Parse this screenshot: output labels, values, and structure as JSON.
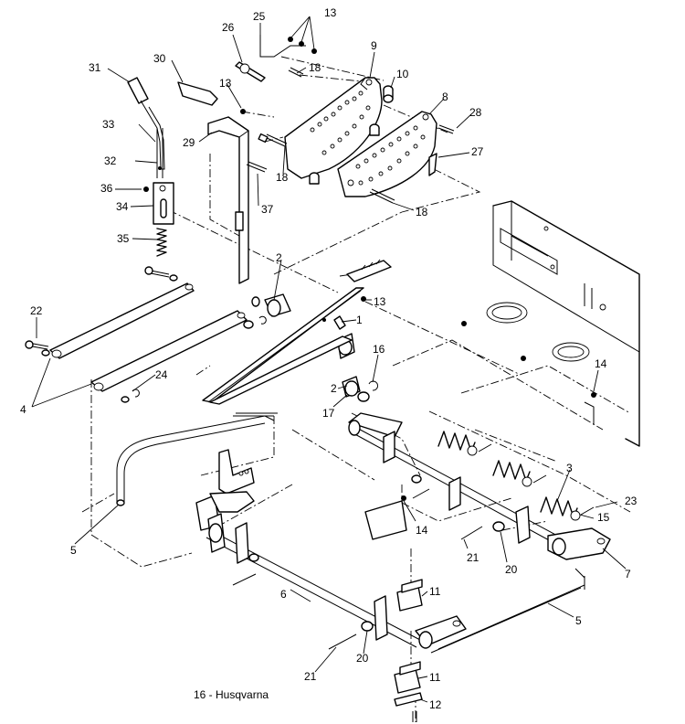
{
  "caption": "16 - Husqvarna",
  "callouts": [
    "1",
    "2",
    "2",
    "3",
    "4",
    "5",
    "5",
    "6",
    "7",
    "8",
    "9",
    "10",
    "11",
    "11",
    "12",
    "13",
    "13",
    "13",
    "14",
    "14",
    "15",
    "16",
    "17",
    "18",
    "18",
    "18",
    "20",
    "20",
    "21",
    "21",
    "22",
    "23",
    "24",
    "25",
    "26",
    "27",
    "28",
    "29",
    "30",
    "31",
    "32",
    "33",
    "34",
    "35",
    "36",
    "37"
  ]
}
